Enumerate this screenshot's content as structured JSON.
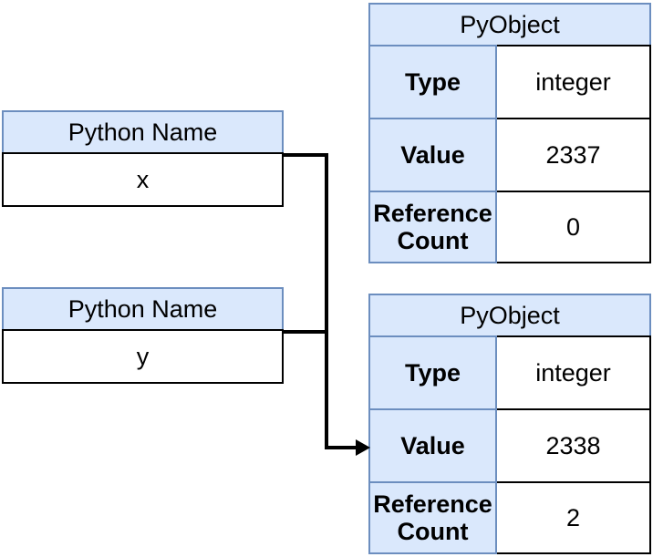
{
  "colors": {
    "blue_cell_fill": "#dae8fc",
    "blue_cell_stroke": "#6c8ebf",
    "plain_cell_stroke": "#000000",
    "connector_color": "#000000",
    "background": "#ffffff"
  },
  "name_boxes": [
    {
      "header": "Python Name",
      "name": "x"
    },
    {
      "header": "Python Name",
      "name": "y"
    }
  ],
  "objects": [
    {
      "title": "PyObject",
      "rows": [
        {
          "label": "Type",
          "value": "integer"
        },
        {
          "label": "Value",
          "value": "2337"
        },
        {
          "label": "Reference Count",
          "value": "0"
        }
      ]
    },
    {
      "title": "PyObject",
      "rows": [
        {
          "label": "Type",
          "value": "integer"
        },
        {
          "label": "Value",
          "value": "2338"
        },
        {
          "label": "Reference Count",
          "value": "2"
        }
      ]
    }
  ]
}
